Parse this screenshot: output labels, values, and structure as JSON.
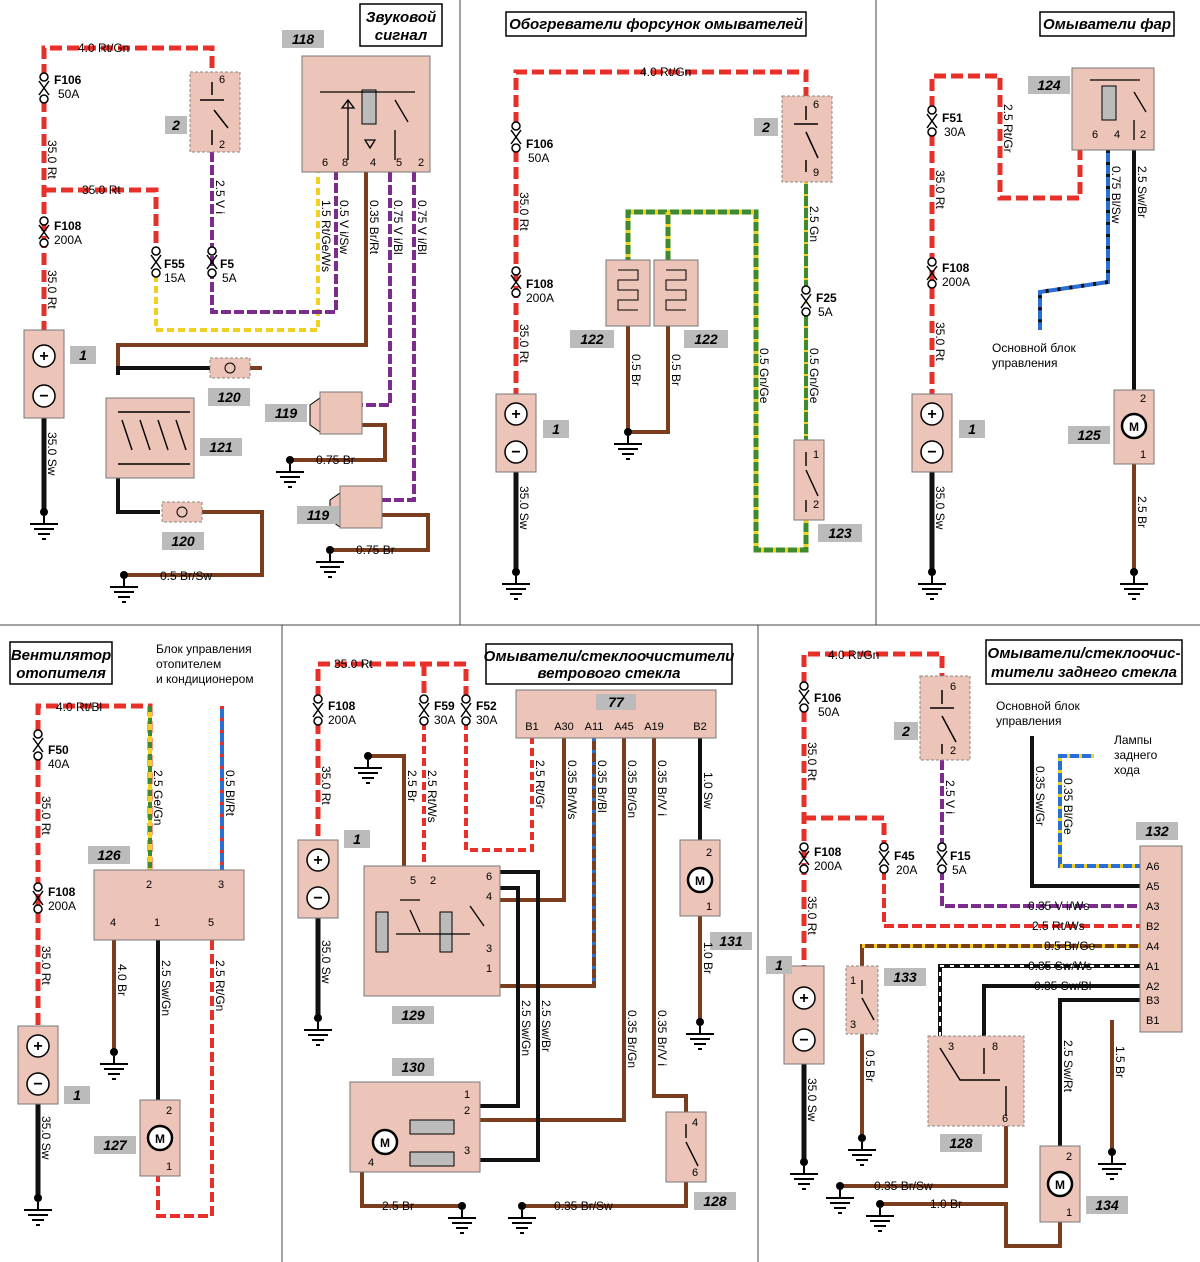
{
  "panels": {
    "horn": {
      "title_lines": [
        "Звуковой",
        "сигнал"
      ],
      "ids": {
        "c1": "1",
        "c2": "2",
        "c118": "118",
        "c119a": "119",
        "c119b": "119",
        "c120a": "120",
        "c120b": "120",
        "c121": "121"
      },
      "fuses": {
        "f106": "F106",
        "f106r": "50A",
        "f108": "F108",
        "f108r": "200A",
        "f55": "F55",
        "f55r": "15A",
        "f5": "F5",
        "f5r": "5A"
      },
      "wires": {
        "w1": "4.0 Rt/Gn",
        "w2": "35.0 Rt",
        "w3": "35.0 Rt",
        "w4": "35.0 Rt",
        "w5": "2.5 V i",
        "w6": "35.0 Sw",
        "w7": "1.5 Rt/Ge/Ws",
        "w8": "0.5 V i/Sw",
        "w9": "0.35 Br/Rt",
        "w10": "0.75 V i/Bl",
        "w11": "0.75 V i/Bl",
        "w12": "0.75 Br",
        "w13": "0.75 Br",
        "w14": "0.5 Br/Sw"
      },
      "pins": {
        "r6": "6",
        "r2": "2",
        "p6": "6",
        "p8": "8",
        "p4": "4",
        "p5": "5",
        "p2": "2"
      }
    },
    "nozzle_heaters": {
      "title": "Обогреватели форсунок омывателей",
      "ids": {
        "c1": "1",
        "c2": "2",
        "c122a": "122",
        "c122b": "122",
        "c123": "123"
      },
      "fuses": {
        "f106": "F106",
        "f106r": "50A",
        "f108": "F108",
        "f108r": "200A",
        "f25": "F25",
        "f25r": "5A"
      },
      "wires": {
        "w1": "4.0 Rt/Gn",
        "w2": "35.0 Rt",
        "w3": "35.0 Rt",
        "w4": "35.0 Sw",
        "w5": "2.5 Gn",
        "w6": "0.5 Gn/Ge",
        "w7": "0.5 Gn/Ge",
        "w8": "0.5 Br",
        "w9": "0.5 Br"
      },
      "pins": {
        "r6": "6",
        "r9": "9",
        "p1": "1",
        "p2": "2"
      }
    },
    "headlamp_washers": {
      "title": "Омыватели фар",
      "note_lines": [
        "Основной блок",
        "управления"
      ],
      "ids": {
        "c1": "1",
        "c124": "124",
        "c125": "125"
      },
      "fuses": {
        "f51": "F51",
        "f51r": "30A",
        "f108": "F108",
        "f108r": "200A"
      },
      "wires": {
        "w1": "2.5 Rt/Gr",
        "w2": "35.0 Rt",
        "w3": "35.0 Rt",
        "w4": "35.0 Sw",
        "w5": "0.75 Bl/Sw",
        "w6": "2.5 Sw/Br",
        "w7": "2.5 Br"
      },
      "pins": {
        "p6": "6",
        "p4": "4",
        "p2": "2",
        "m2": "2",
        "m1": "1"
      }
    },
    "heater_fan": {
      "title_lines": [
        "Вентилятор",
        "отопителя"
      ],
      "note_lines": [
        "Блок управления",
        "отопителем",
        "и кондиционером"
      ],
      "ids": {
        "c1": "1",
        "c126": "126",
        "c127": "127"
      },
      "fuses": {
        "f50": "F50",
        "f50r": "40A",
        "f108": "F108",
        "f108r": "200A"
      },
      "wires": {
        "w1": "4.0 Rt/Bl",
        "w2": "35.0 Rt",
        "w3": "35.0 Rt",
        "w4": "35.0 Sw",
        "w5": "2.5 Ge/Gn",
        "w6": "0.5 Bl/Rt",
        "w7": "4.0 Br",
        "w8": "2.5 Sw/Gn",
        "w9": "2.5 Rt/Gn"
      },
      "pins": {
        "p2": "2",
        "p3": "3",
        "p4": "4",
        "p1": "1",
        "p5": "5",
        "m2": "2",
        "m1": "1"
      }
    },
    "windshield": {
      "title_lines": [
        "Омыватели/стеклоочистители",
        "ветрового стекла"
      ],
      "ids": {
        "c1": "1",
        "c77": "77",
        "c129": "129",
        "c130": "130",
        "c131": "131",
        "c128": "128"
      },
      "fuses": {
        "f108": "F108",
        "f108r": "200A",
        "f59": "F59",
        "f59r": "30A",
        "f52": "F52",
        "f52r": "30A"
      },
      "connector_pins": [
        "B1",
        "A30",
        "A11",
        "A45",
        "A19",
        "B2"
      ],
      "wires": {
        "w1": "35.0 Rt",
        "w2": "35.0 Rt",
        "w3": "35.0 Sw",
        "w4": "2.5 Br",
        "w5": "2.5 Rt/Ws",
        "w6": "2.5 Rt/Gr",
        "w7": "0.35 Br/Ws",
        "w8": "0.35 Br/Bl",
        "w9": "0.35 Br/Gn",
        "w10": "0.35 Br/V i",
        "w11": "1.0 Sw",
        "w12": "1.0 Br",
        "w13": "2.5 Sw/Gn",
        "w14": "2.5 Sw/Br",
        "w15": "0.35 Br/Gn",
        "w16": "0.35 Br/V i",
        "w17": "2.5 Br",
        "w18": "0.35 Br/Sw"
      },
      "pins": {
        "r5": "5",
        "r2": "2",
        "r6": "6",
        "r4": "4",
        "r3": "3",
        "r1": "1",
        "m2": "2",
        "m1": "1",
        "q1": "1",
        "q2": "2",
        "q3": "3",
        "q4": "4",
        "s4": "4",
        "s6": "6"
      }
    },
    "rear_wipers": {
      "title_lines": [
        "Омыватели/стеклоочис-",
        "тители заднего стекла"
      ],
      "note_main_lines": [
        "Основной блок",
        "управления"
      ],
      "note_lamps_lines": [
        "Лампы",
        "заднего",
        "хода"
      ],
      "ids": {
        "c1": "1",
        "c2": "2",
        "c132": "132",
        "c133": "133",
        "c128": "128",
        "c134": "134"
      },
      "fuses": {
        "f106": "F106",
        "f106r": "50A",
        "f108": "F108",
        "f108r": "200A",
        "f45": "F45",
        "f45r": "20A",
        "f15": "F15",
        "f15r": "5A"
      },
      "connector_pins": [
        "A6",
        "A5",
        "A3",
        "B2",
        "A4",
        "A1",
        "A2",
        "B3",
        "B1"
      ],
      "wires": {
        "w1": "4.0 Rt/Gn",
        "w2": "35.0 Rt",
        "w3": "35.0 Rt",
        "w4": "35.0 Sw",
        "w5": "2.5 V i",
        "w6": "0.35 Sw/Gr",
        "w7": "0.35 Bl/Ge",
        "w8": "0.35 V i/Ws",
        "w9": "2.5 Rt/Ws",
        "w10": "0.5 Br/Ge",
        "w11": "0.35 Sw/Ws",
        "w12": "0.35 Sw/Bl",
        "w13": "0.5 Br",
        "w14": "2.5 Sw/Rt",
        "w15": "1.5 Br",
        "w16": "0.35 Br/Sw",
        "w17": "1.0 Br"
      },
      "pins": {
        "r6": "6",
        "r2": "2",
        "s1": "1",
        "s3": "3",
        "k3": "3",
        "k8": "8",
        "k6": "6",
        "m2": "2",
        "m1": "1"
      }
    }
  },
  "common": {
    "plus": "+",
    "minus": "−",
    "motor": "M"
  },
  "wire_colors": {
    "red": "#e8302a",
    "white": "#ffffff",
    "green": "#3e8a2e",
    "yellow": "#f0d020",
    "violet": "#7b2c8c",
    "brown": "#7a3e1e",
    "black": "#111111",
    "blue": "#2a6fd6"
  },
  "component_fill": "#ecc4b8"
}
